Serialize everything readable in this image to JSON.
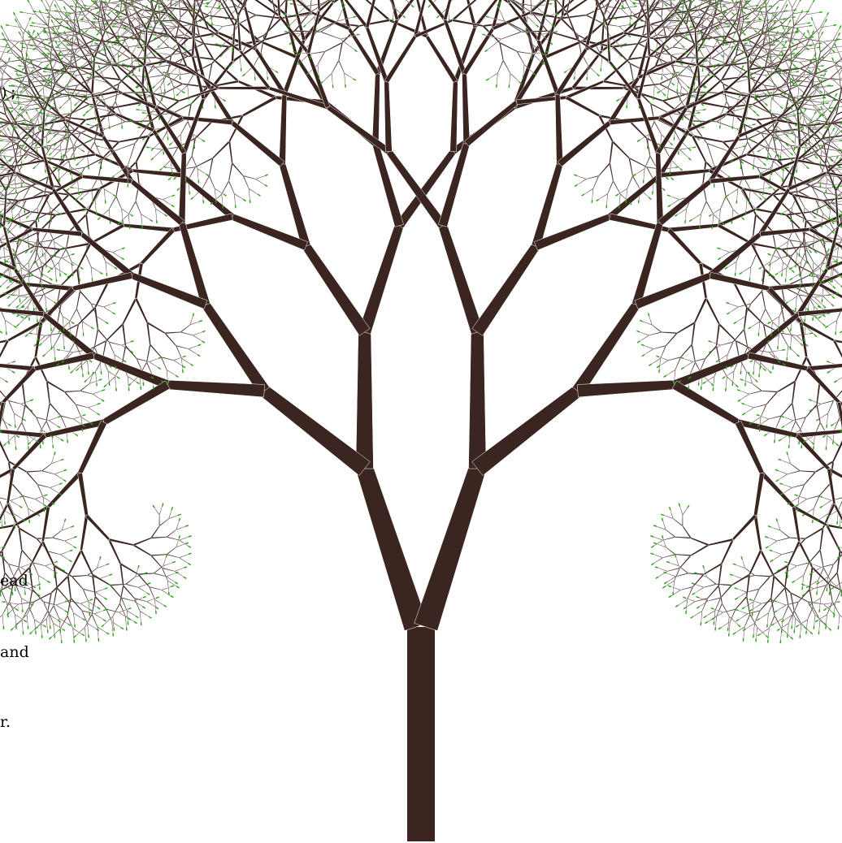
{
  "page_text": {
    "fragments": [
      {
        "text": ");",
        "style": "mono"
      },
      {
        "text": "ead",
        "style": "serif"
      },
      {
        "text": "and",
        "style": "serif"
      },
      {
        "text": "r.",
        "style": "serif"
      }
    ]
  },
  "tree": {
    "description_free": true,
    "trunk_color": "#3a2521",
    "leaf_color": "#2aa012",
    "twig_edge_color": "#ffffff",
    "branch_angle_degrees": 18,
    "length_ratio": 0.82,
    "width_ratio": 0.72,
    "depth": 12
  }
}
